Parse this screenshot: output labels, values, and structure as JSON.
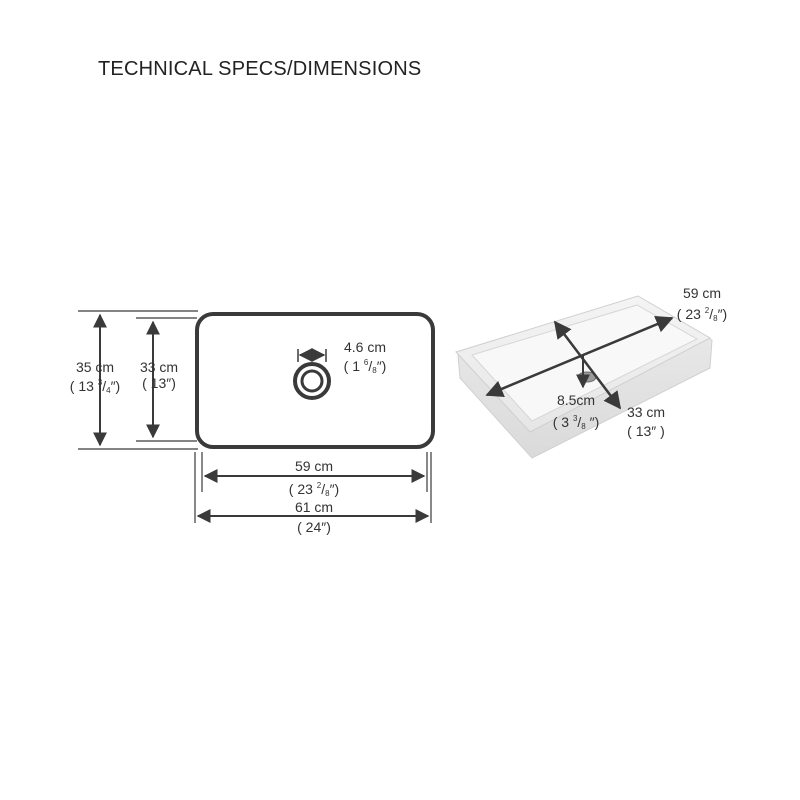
{
  "title": "TECHNICAL SPECS/DIMENSIONS",
  "colors": {
    "line": "#3a3a3a",
    "basin": "#ffffff",
    "basin_edge": "#c8c8c8"
  },
  "top_view": {
    "outer_depth": {
      "value": "35 cm",
      "imperial_pre": "( 13 ",
      "imperial_num": "3",
      "imperial_den": "4",
      "imperial_post": "″)"
    },
    "inner_depth": {
      "value": "33 cm",
      "imperial": "( 13″)"
    },
    "drain": {
      "value": "4.6 cm",
      "imperial_pre": "( 1 ",
      "imperial_num": "6",
      "imperial_den": "8",
      "imperial_post": "″)"
    },
    "inner_width": {
      "value": "59 cm",
      "imperial_pre": "( 23 ",
      "imperial_num": "2",
      "imperial_den": "8",
      "imperial_post": "″)"
    },
    "outer_width": {
      "value": "61 cm",
      "imperial": "( 24″)"
    }
  },
  "perspective_view": {
    "width": {
      "value": "59 cm",
      "imperial_pre": "( 23 ",
      "imperial_num": "2",
      "imperial_den": "8",
      "imperial_post": "″)"
    },
    "height": {
      "value": "8.5cm",
      "imperial_pre": "( 3 ",
      "imperial_num": "3",
      "imperial_den": "8",
      "imperial_post": " ″)"
    },
    "depth": {
      "value": "33 cm",
      "imperial": "( 13″ )"
    }
  }
}
